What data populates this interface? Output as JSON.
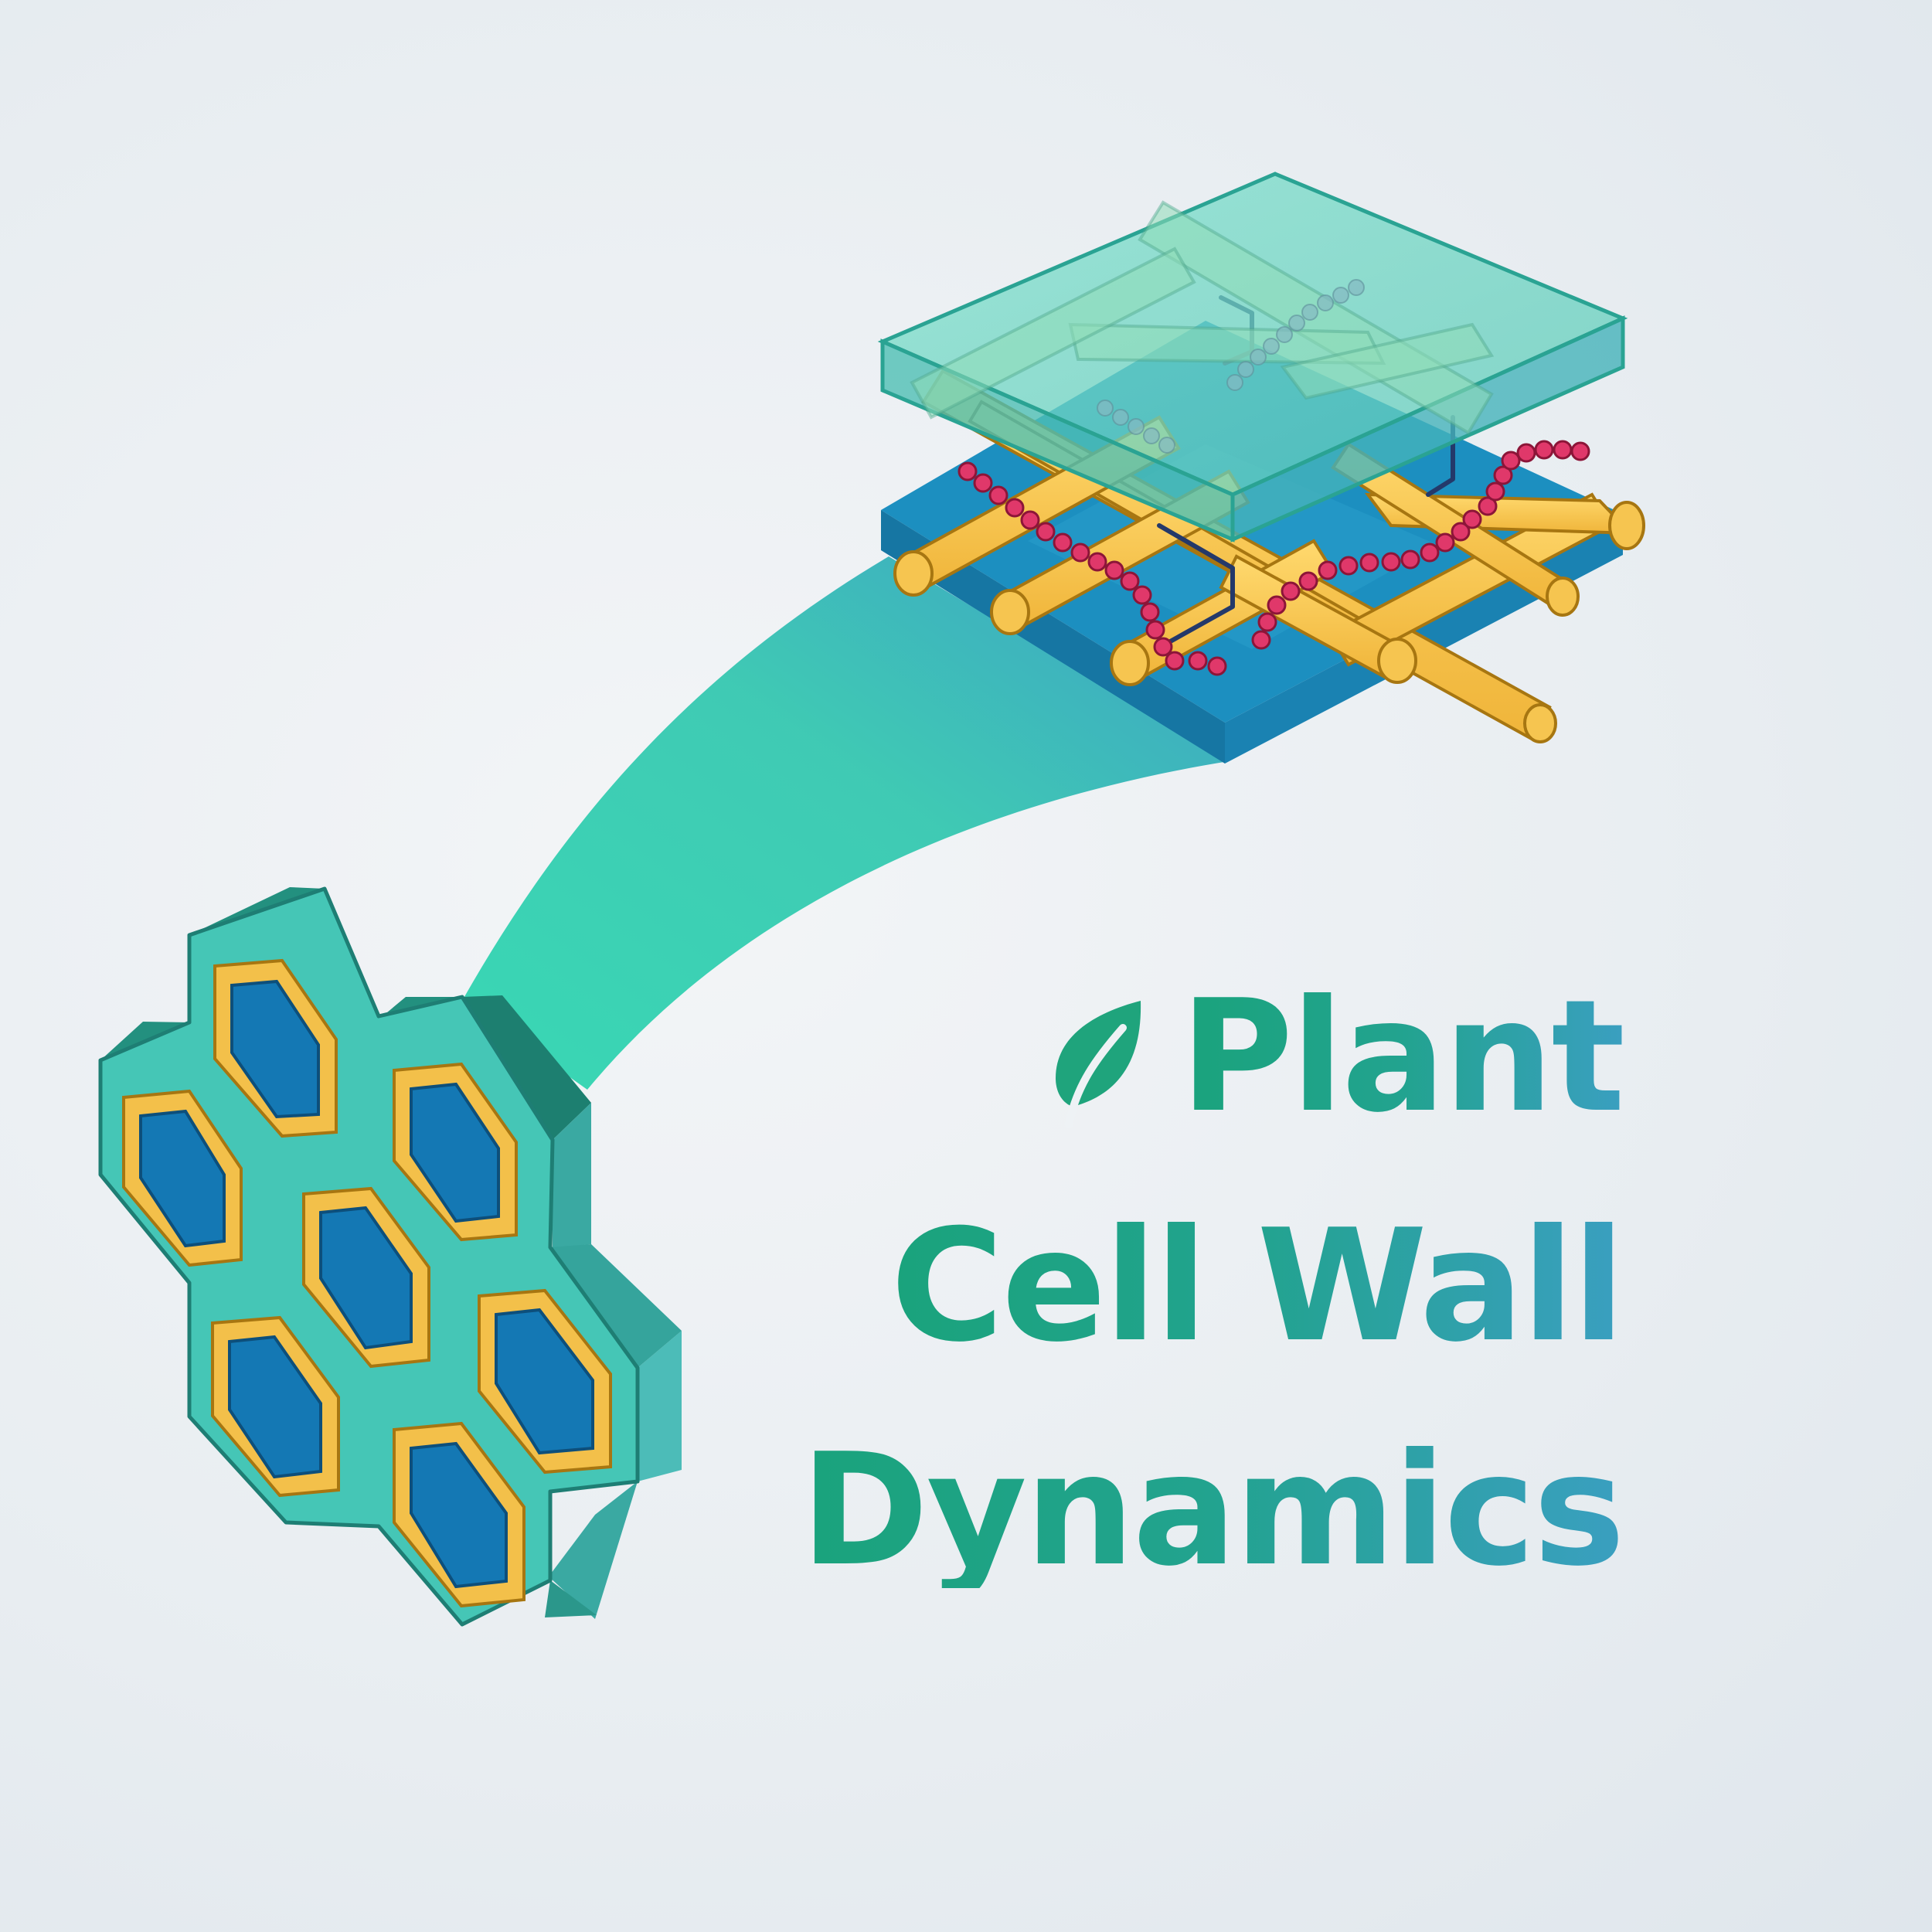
{
  "title": {
    "line1": "Plant",
    "line2": "Cell Wall",
    "line3": "Dynamics"
  },
  "icons": {
    "leaf": "leaf-icon"
  },
  "colors": {
    "teal": "#21a58a",
    "cell_wall": "#45c6b6",
    "vacuole_blue": "#1478b4",
    "cellulose_gold": "#f3c04a",
    "pectin_red": "#e0386a",
    "lignin_navy": "#24396a",
    "matrix_blue": "#1c8fc0",
    "background": "#eaeef2"
  }
}
